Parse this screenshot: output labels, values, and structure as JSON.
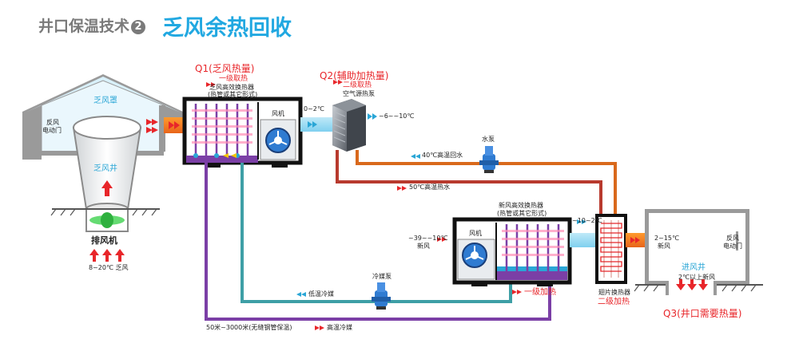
{
  "header": {
    "title": "井口保温技术",
    "step_number": "2",
    "subtitle": "乏风余热回收"
  },
  "exhaust_side": {
    "hood_label": "乏风罩",
    "damper_label_1": "反风",
    "damper_label_2": "电动门",
    "shaft_label": "乏风井",
    "fan_label": "排风机",
    "air_temp": "8~20℃ 乏风"
  },
  "q1": {
    "title": "Q1(乏风热量)",
    "stage": "一级取热",
    "device_1": "乏风高效换热器",
    "device_2": "(热管或其它形式)",
    "fan": "风机",
    "outlet_temp": "0~2℃"
  },
  "q2": {
    "title": "Q2(辅助加热量)",
    "stage": "二级取热",
    "device": "空气源热泵",
    "outlet_temp": "~6~~10℃"
  },
  "water_loop": {
    "pump_label": "水泵",
    "return_label": "40℃高温回水",
    "supply_label": "50℃高温热水"
  },
  "fresh_air_unit": {
    "device_1": "新风高效换热器",
    "device_2": "(热管或其它形式)",
    "fan": "风机",
    "inlet_temp": "~39~~10℃",
    "inlet_label": "新风",
    "mid_temp": "~10~2℃",
    "fin_label": "翅片换热器",
    "stage2": "二级加热",
    "stage1": "一级加热"
  },
  "intake_side": {
    "temp": "2~15℃",
    "label": "新风",
    "damper_1": "反风",
    "damper_2": "电动门",
    "shaft_label": "进风井",
    "above_temp": "2℃以上新风",
    "q3": "Q3(井口需要热量)"
  },
  "refrigerant_loop": {
    "pump_label": "冷媒泵",
    "low_label": "低温冷媒",
    "high_label": "高温冷媒",
    "pipe_length": "50米~3000米(无缝钢管保温)"
  },
  "colors": {
    "title_grey": "#7a7a7a",
    "title_blue": "#21a8e1",
    "red": "#e8262a",
    "water_orange": "#d9691c",
    "water_red": "#b83a2e",
    "refrig_purple": "#7b3fa6",
    "refrig_teal": "#3e9fa6"
  }
}
